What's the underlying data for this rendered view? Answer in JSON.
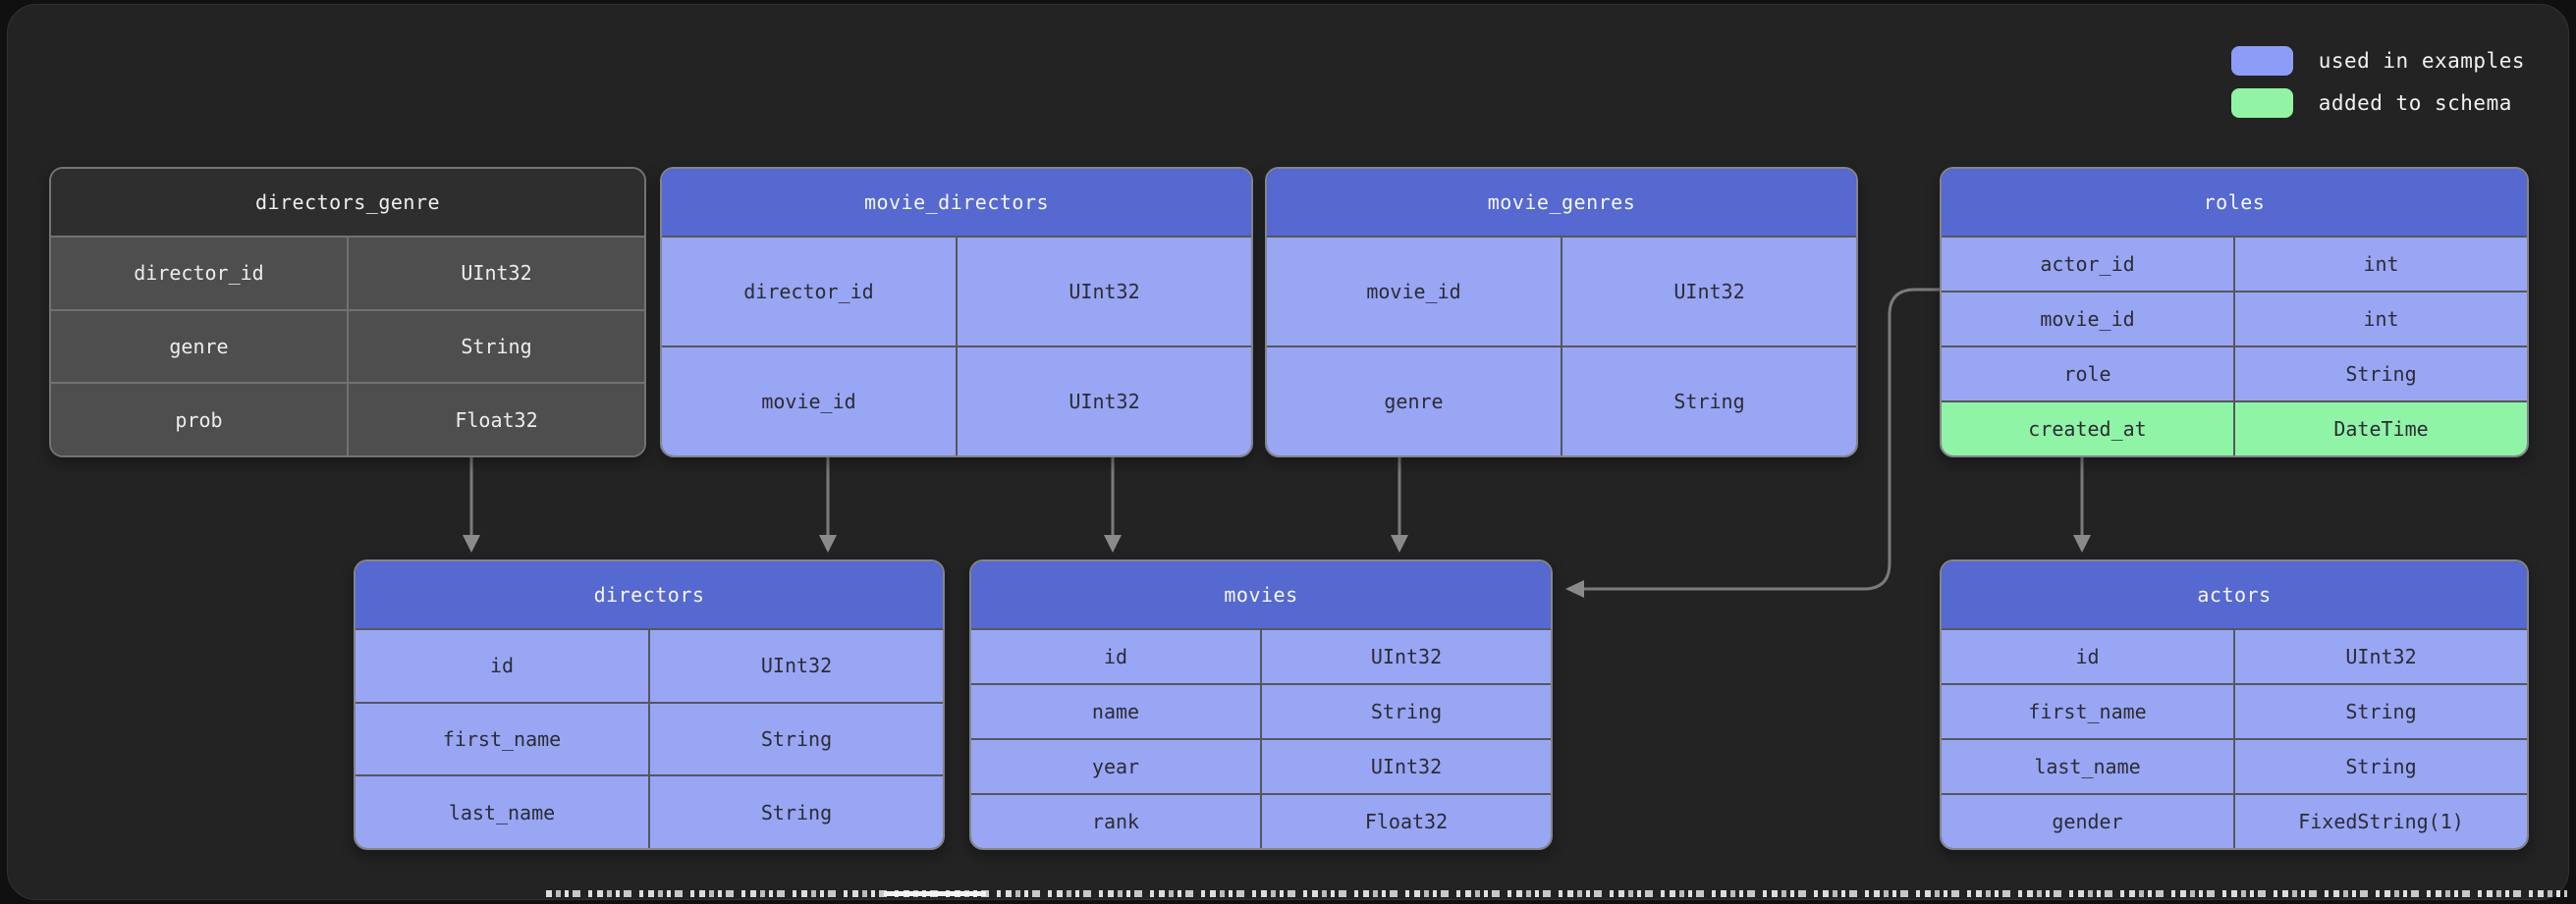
{
  "colors": {
    "canvas_bg": "#232323",
    "header_blue": "#5569d0",
    "row_blue": "#99a6f4",
    "row_green": "#90f4a6",
    "plain_header": "#2e2e2e",
    "plain_row": "#4e4e4e",
    "wire_gray": "#7b7b7b"
  },
  "legend": {
    "items": [
      {
        "label": "used in examples",
        "color": "#8d9df7"
      },
      {
        "label": "added to schema",
        "color": "#90f4a4"
      }
    ]
  },
  "tables": {
    "directors_genre": {
      "title": "directors_genre",
      "rows": [
        [
          "director_id",
          "UInt32"
        ],
        [
          "genre",
          "String"
        ],
        [
          "prob",
          "Float32"
        ]
      ]
    },
    "movie_directors": {
      "title": "movie_directors",
      "rows": [
        [
          "director_id",
          "UInt32"
        ],
        [
          "movie_id",
          "UInt32"
        ]
      ]
    },
    "movie_genres": {
      "title": "movie_genres",
      "rows": [
        [
          "movie_id",
          "UInt32"
        ],
        [
          "genre",
          "String"
        ]
      ]
    },
    "roles": {
      "title": "roles",
      "rows": [
        [
          "actor_id",
          "int"
        ],
        [
          "movie_id",
          "int"
        ],
        [
          "role",
          "String"
        ],
        [
          "created_at",
          "DateTime"
        ]
      ],
      "added_row": "created_at"
    },
    "directors": {
      "title": "directors",
      "rows": [
        [
          "id",
          "UInt32"
        ],
        [
          "first_name",
          "String"
        ],
        [
          "last_name",
          "String"
        ]
      ]
    },
    "movies": {
      "title": "movies",
      "rows": [
        [
          "id",
          "UInt32"
        ],
        [
          "name",
          "String"
        ],
        [
          "year",
          "UInt32"
        ],
        [
          "rank",
          "Float32"
        ]
      ]
    },
    "actors": {
      "title": "actors",
      "rows": [
        [
          "id",
          "UInt32"
        ],
        [
          "first_name",
          "String"
        ],
        [
          "last_name",
          "String"
        ],
        [
          "gender",
          "FixedString(1)"
        ]
      ]
    }
  },
  "connections": [
    {
      "from": "directors_genre",
      "to": "directors"
    },
    {
      "from": "movie_directors",
      "to": "directors"
    },
    {
      "from": "movie_directors",
      "to": "movies"
    },
    {
      "from": "movie_genres",
      "to": "movies"
    },
    {
      "from": "roles",
      "to": "movies"
    },
    {
      "from": "roles",
      "to": "actors"
    }
  ]
}
